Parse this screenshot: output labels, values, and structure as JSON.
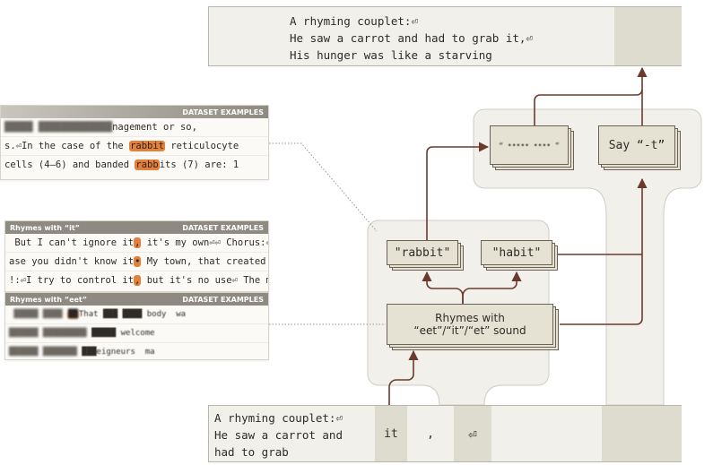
{
  "output_prompt": {
    "lines": [
      "A rhyming couplet:⏎",
      "He saw a carrot and had to grab it,⏎",
      "His hunger was like a starving"
    ]
  },
  "input_prompt": {
    "lines": [
      "A rhyming couplet:⏎",
      "He saw a carrot and",
      "had to grab"
    ],
    "tokens": [
      "it",
      ",",
      "⏎"
    ]
  },
  "features": {
    "output_blurred": "“ ••••• •••• ”",
    "say_t": "Say “-t”",
    "rabbit": "\"rabbit\"",
    "habit": "\"habit\"",
    "rhymes_line1": "Rhymes with",
    "rhymes_line2": "“eet”/“it”/“et” sound"
  },
  "panels": {
    "rabbit": {
      "header": "DATASET EXAMPLES",
      "rows": [
        {
          "pre": "█████ █████████████",
          "mid": "",
          "post": "nagement or so,"
        },
        {
          "pre": "s.⏎In the case of the ",
          "mid": "rabbit",
          "post": " reticulocyte"
        },
        {
          "pre": "cells (4–6) and banded ",
          "mid": "rabb",
          "post": "its (7) are: 1"
        }
      ]
    },
    "it": {
      "title": "Rhymes with “it”",
      "header": "DATASET EXAMPLES",
      "rows": [
        {
          "pre": " But I can't ignore it",
          "mid": ",",
          "post": " it's my own⏎⏎ Chorus:⏎F"
        },
        {
          "pre": "ase you didn't know it",
          "mid": "•",
          "post": " My town, that created all"
        },
        {
          "pre": "!:⏎I try to control it",
          "mid": ",",
          "post": " but it's no use⏎ The mor"
        }
      ]
    },
    "eet": {
      "title": "Rhymes with “eet”",
      "header": "DATASET EXAMPLES",
      "rows": [
        {
          "pre": " █████ ████ ",
          "mid": "██",
          "post": "That ███ ████ body  wa"
        },
        {
          "pre": "██████ █████████",
          "mid": "",
          "post": " █████ welcome"
        },
        {
          "pre": "██████ ███████",
          "mid": "",
          "post": " ███eigneurs  ma"
        }
      ]
    }
  },
  "colors": {
    "wire": "#6b3a2c",
    "group_bg": "#f1f0ea",
    "group_border": "#cfccc2",
    "highlight": "#e4803a"
  }
}
